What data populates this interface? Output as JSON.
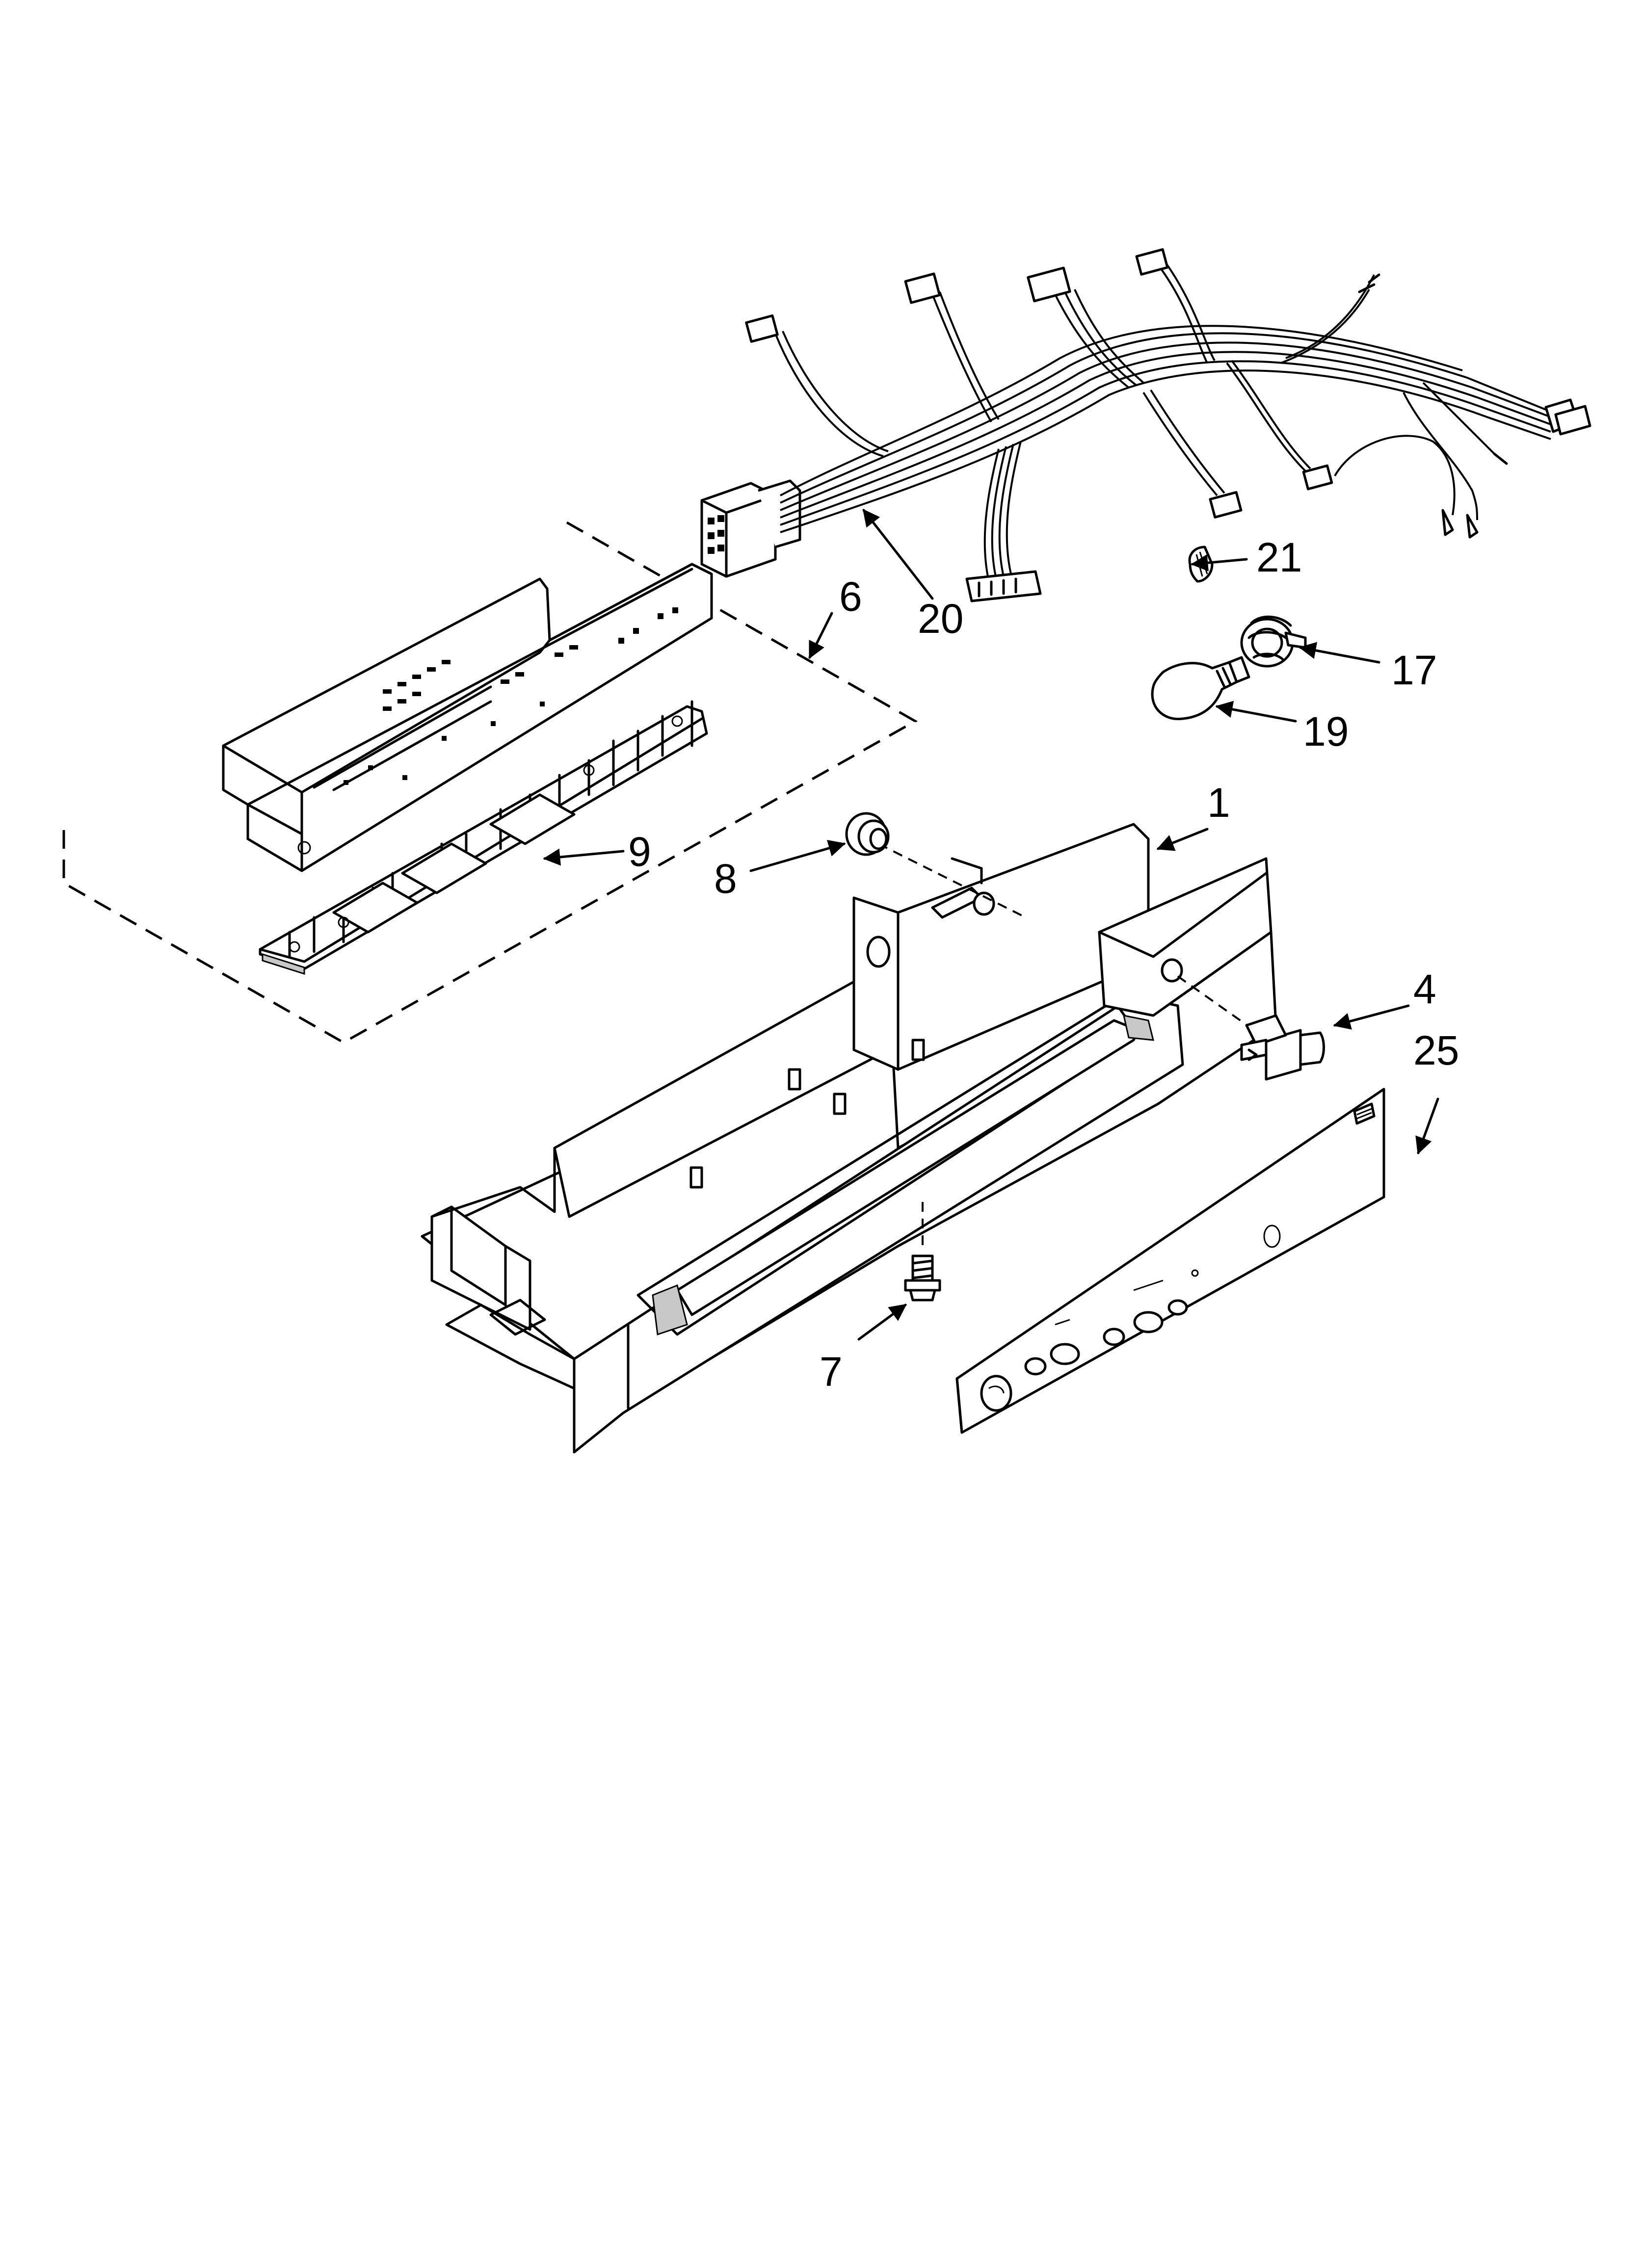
{
  "callouts": [
    {
      "id": "c1",
      "text": "1"
    },
    {
      "id": "c4",
      "text": "4"
    },
    {
      "id": "c6",
      "text": "6"
    },
    {
      "id": "c7",
      "text": "7"
    },
    {
      "id": "c8",
      "text": "8"
    },
    {
      "id": "c9",
      "text": "9"
    },
    {
      "id": "c17",
      "text": "17"
    },
    {
      "id": "c19",
      "text": "19"
    },
    {
      "id": "c20",
      "text": "20"
    },
    {
      "id": "c21",
      "text": "21"
    },
    {
      "id": "c25",
      "text": "25"
    }
  ]
}
